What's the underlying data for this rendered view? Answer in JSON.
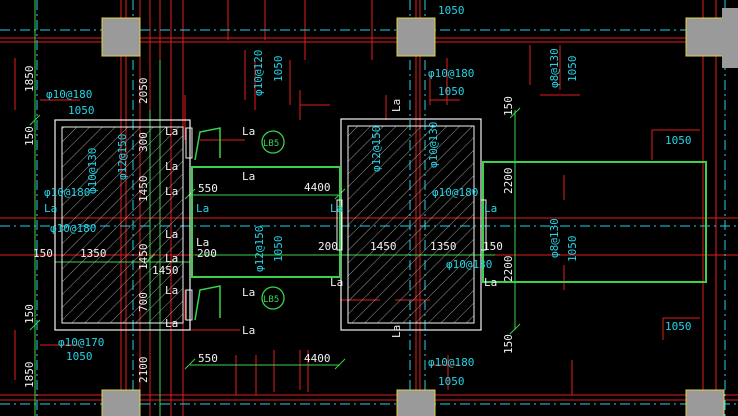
{
  "colors": {
    "background": "#000000",
    "axis_red": "#e21b1b",
    "dim_cyan": "#22d4e6",
    "outline_white": "#f2f2f2",
    "beam_green": "#3ad24a",
    "column_gray": "#9a9a9a",
    "column_edge": "#e0d24a"
  },
  "annotations": {
    "top_1050": "1050",
    "right_1050_upper": "1050",
    "right_1050_lower": "1050",
    "bottom_left_1050": "1050",
    "bottom_mid_1050": "1050",
    "left_1050": "1050"
  },
  "rebar": {
    "phi10_180_top_left": "φ10@180",
    "phi10_180_top_mid": "φ10@180",
    "phi8_130_top_right": "φ8@130",
    "phi10_120": "φ10@120",
    "phi12_150_vert_left": "φ12@150",
    "phi10_180_left_a": "φ10@180",
    "phi10_180_left_b": "φ10@180",
    "phi10_130_vert_left": "φ10@130",
    "phi12_150_mid_a": "φ12@150",
    "phi10_130_mid": "φ10@130",
    "phi10_180_mid": "φ10@180",
    "phi12_150_beam": "φ12@150",
    "phi10_130_lower": "φ10@130",
    "phi8_130_right": "φ8@130",
    "phi10_170": "φ10@170",
    "phi10_180_bottom": "φ10@180"
  },
  "dimensions": {
    "left_1850_top": "1850",
    "left_150_a": "150",
    "left_150_b": "150",
    "left_150_c": "150",
    "left_1850_bottom": "1850",
    "v_2050": "2050",
    "v_300": "300",
    "v_1450": "1450",
    "v_1450_b": "1450",
    "v_700": "700",
    "v_2100": "2100",
    "v_1050_top": "1050",
    "v_1050_beam": "1050",
    "d_1350_left": "1350",
    "d_1450_left": "1450",
    "d_200_left": "200",
    "d_550_top": "550",
    "d_4400_top": "4400",
    "d_200_mid": "200",
    "d_1450_mid": "1450",
    "d_1350_mid": "1350",
    "d_150_right": "150",
    "d_550_bottom": "550",
    "d_4400_bottom": "4400",
    "right_150_top": "150",
    "right_2200_a": "2200",
    "right_2200_b": "2200",
    "right_150_bottom": "150"
  },
  "labels": {
    "la": "La",
    "lb5_top": "LB5",
    "lb5_bottom": "LB5"
  }
}
